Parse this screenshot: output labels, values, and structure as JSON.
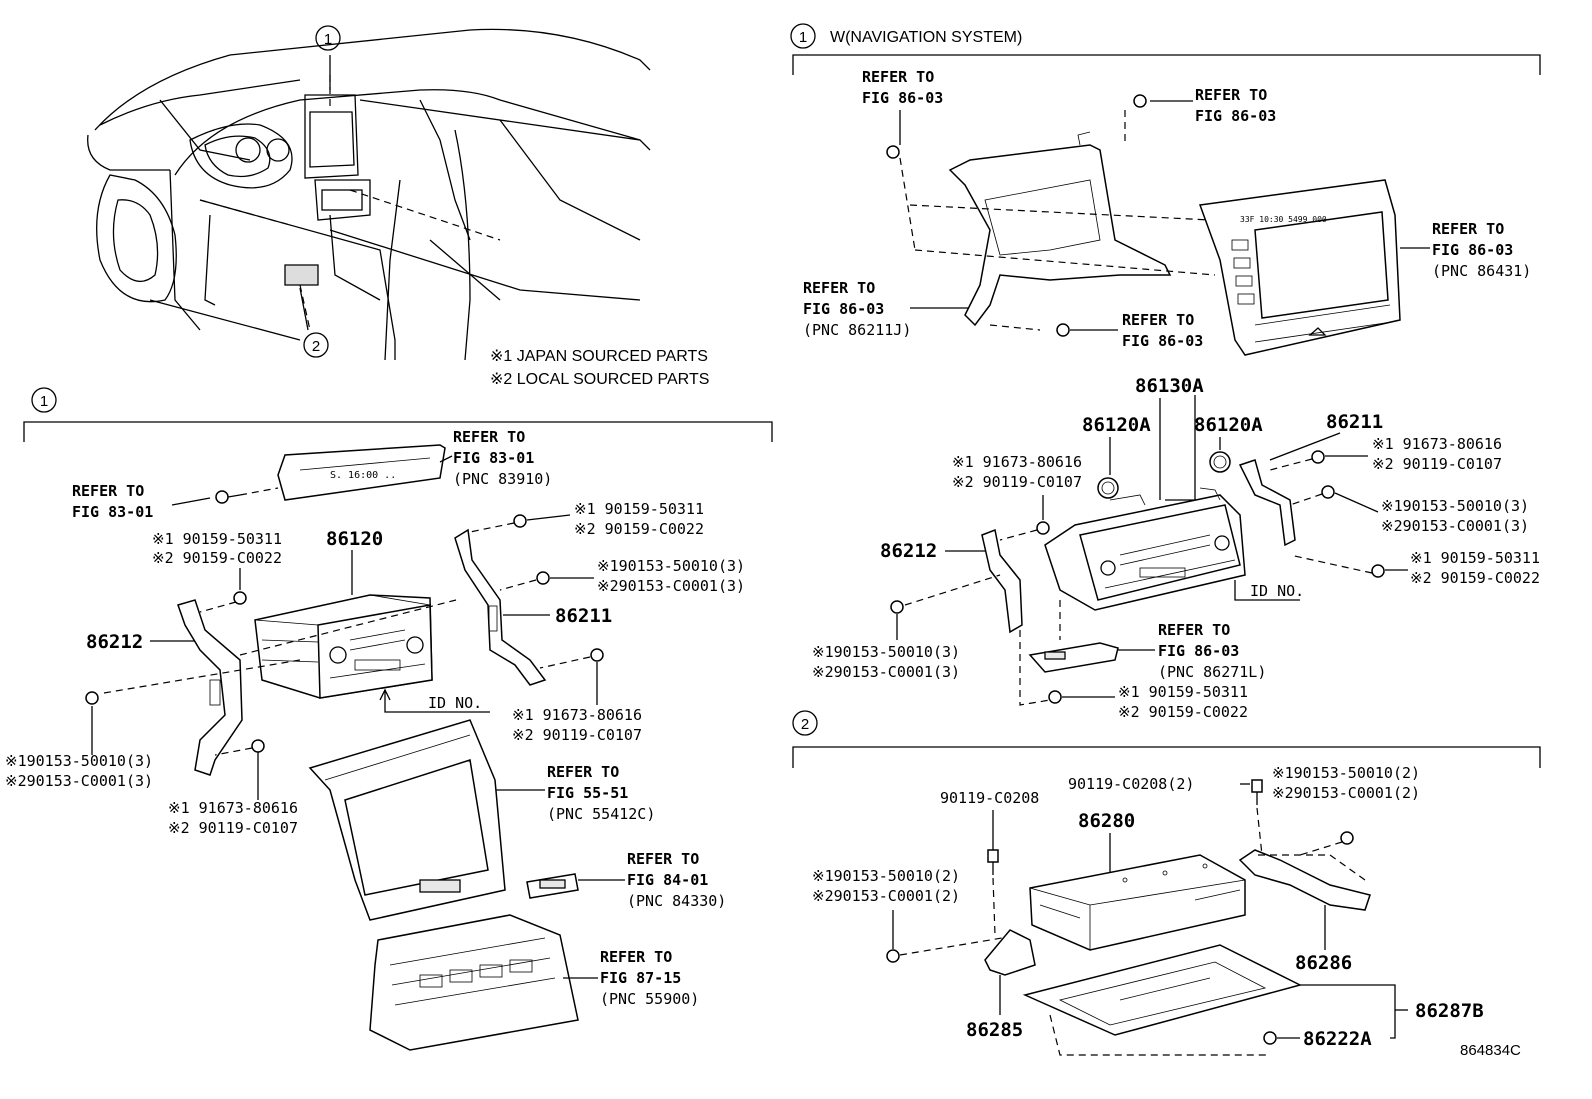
{
  "legend": {
    "note1": "※1 JAPAN SOURCED PARTS",
    "note2": "※2 LOCAL SOURCED PARTS"
  },
  "circles": {
    "c1_top": "1",
    "c2_top": "2",
    "c1_left": "1",
    "c1_right": "1",
    "c2_right": "2"
  },
  "headings": {
    "nav": "W(NAVIGATION SYSTEM)"
  },
  "figure_id": "864834C",
  "left": {
    "refer_pnc83910": [
      "REFER TO",
      "FIG 83-01",
      "(PNC 83910)"
    ],
    "refer_fig8301": [
      "REFER TO",
      "FIG 83-01"
    ],
    "p86120": "86120",
    "p86212": "86212",
    "p86211": "86211",
    "id_no": "ID NO.",
    "bolt_a": [
      "※1 90159-50311",
      "※2 90159-C0022"
    ],
    "bolt_b": [
      "※1 90159-50311",
      "※2 90159-C0022"
    ],
    "bolt_c": [
      "※190153-50010(3)",
      "※290153-C0001(3)"
    ],
    "bolt_d": [
      "※1 91673-80616",
      "※2 90119-C0107"
    ],
    "bolt_e": [
      "※190153-50010(3)",
      "※290153-C0001(3)"
    ],
    "bolt_f": [
      "※1 91673-80616",
      "※2 90119-C0107"
    ],
    "refer_5551": [
      "REFER TO",
      "FIG 55-51",
      "(PNC 55412C)"
    ],
    "refer_8401": [
      "REFER TO",
      "FIG 84-01",
      "(PNC 84330)"
    ],
    "refer_8715": [
      "REFER TO",
      "FIG 87-15",
      "(PNC 55900)"
    ]
  },
  "nav": {
    "refer_tl": [
      "REFER TO",
      "FIG 86-03"
    ],
    "refer_tr": [
      "REFER TO",
      "FIG 86-03"
    ],
    "refer_r": [
      "REFER TO",
      "FIG 86-03",
      "(PNC 86431)"
    ],
    "refer_l": [
      "REFER TO",
      "FIG 86-03",
      "(PNC 86211J)"
    ],
    "refer_m": [
      "REFER TO",
      "FIG 86-03"
    ],
    "p86130A": "86130A",
    "p86120A_1": "86120A",
    "p86120A_2": "86120A",
    "p86211": "86211",
    "p86212": "86212",
    "id_no": "ID NO.",
    "bolt_a": [
      "※1 91673-80616",
      "※2 90119-C0107"
    ],
    "bolt_b": [
      "※1 91673-80616",
      "※2 90119-C0107"
    ],
    "bolt_c": [
      "※190153-50010(3)",
      "※290153-C0001(3)"
    ],
    "bolt_d": [
      "※1 90159-50311",
      "※2 90159-C0022"
    ],
    "bolt_e": [
      "※190153-50010(3)",
      "※290153-C0001(3)"
    ],
    "bolt_f": [
      "※1 90159-50311",
      "※2 90159-C0022"
    ],
    "refer_b": [
      "REFER TO",
      "FIG 86-03",
      "(PNC 86271L)"
    ]
  },
  "section2": {
    "bolt_single": "90119-C0208",
    "bolt_two": "90119-C0208(2)",
    "bolt_r": [
      "※190153-50010(2)",
      "※290153-C0001(2)"
    ],
    "bolt_l": [
      "※190153-50010(2)",
      "※290153-C0001(2)"
    ],
    "p86280": "86280",
    "p86286": "86286",
    "p86285": "86285",
    "p86287B": "86287B",
    "p86222A": "86222A"
  }
}
